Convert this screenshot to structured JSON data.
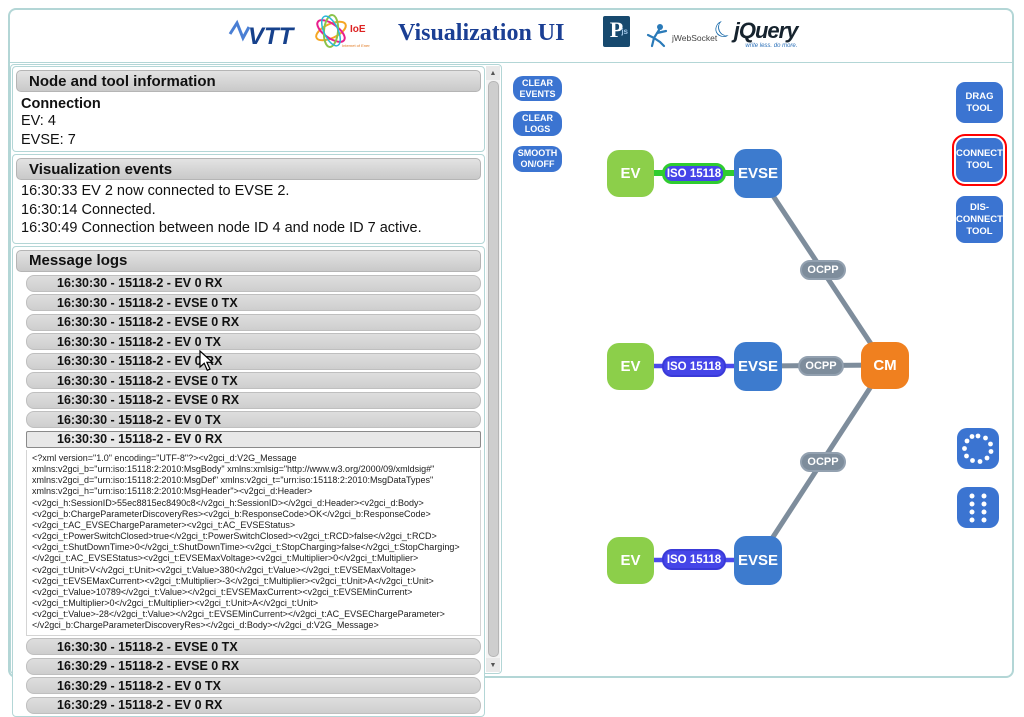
{
  "header": {
    "title": "Visualization UI",
    "vtt_label": "VTT",
    "ioe_label": "IoE",
    "ioe_tagline": "Internet of Energy",
    "pjs_letter": "P",
    "pjs_sub": "js",
    "jwebsocket_label": "jWebSocket",
    "jquery_label": "jQuery",
    "jquery_moon": "☾",
    "jquery_tagline": "write less. do more."
  },
  "left_panel": {
    "node_info": {
      "title": "Node and tool information",
      "connection_label": "Connection",
      "lines": [
        "EV: 4",
        "EVSE: 7"
      ]
    },
    "events": {
      "title": "Visualization events",
      "items": [
        "16:30:33 EV 2 now connected to EVSE 2.",
        "16:30:14 Connected.",
        "16:30:49 Connection between node ID 4 and node ID 7 active."
      ]
    },
    "logs": {
      "title": "Message logs",
      "items_before": [
        "16:30:30 - 15118-2 - EV 0 RX",
        "16:30:30 - 15118-2 - EVSE 0 TX",
        "16:30:30 - 15118-2 - EVSE 0 RX",
        "16:30:30 - 15118-2 - EV 0 TX",
        "16:30:30 - 15118-2 - EV 0 RX",
        "16:30:30 - 15118-2 - EVSE 0 TX",
        "16:30:30 - 15118-2 - EVSE 0 RX",
        "16:30:30 - 15118-2 - EV 0 TX"
      ],
      "active_item": "16:30:30 - 15118-2 - EV 0 RX",
      "xml": "<?xml version=\"1.0\" encoding=\"UTF-8\"?><v2gci_d:V2G_Message\nxmlns:v2gci_b=\"urn:iso:15118:2:2010:MsgBody\" xmlns:xmlsig=\"http://www.w3.org/2000/09/xmldsig#\"\nxmlns:v2gci_d=\"urn:iso:15118:2:2010:MsgDef\" xmlns:v2gci_t=\"urn:iso:15118:2:2010:MsgDataTypes\"\nxmlns:v2gci_h=\"urn:iso:15118:2:2010:MsgHeader\"><v2gci_d:Header>\n<v2gci_h:SessionID>55ec8815ec8490c8</v2gci_h:SessionID></v2gci_d:Header><v2gci_d:Body>\n<v2gci_b:ChargeParameterDiscoveryRes><v2gci_b:ResponseCode>OK</v2gci_b:ResponseCode>\n<v2gci_t:AC_EVSEChargeParameter><v2gci_t:AC_EVSEStatus>\n<v2gci_t:PowerSwitchClosed>true</v2gci_t:PowerSwitchClosed><v2gci_t:RCD>false</v2gci_t:RCD>\n<v2gci_t:ShutDownTime>0</v2gci_t:ShutDownTime><v2gci_t:StopCharging>false</v2gci_t:StopCharging>\n</v2gci_t:AC_EVSEStatus><v2gci_t:EVSEMaxVoltage><v2gci_t:Multiplier>0</v2gci_t:Multiplier>\n<v2gci_t:Unit>V</v2gci_t:Unit><v2gci_t:Value>380</v2gci_t:Value></v2gci_t:EVSEMaxVoltage>\n<v2gci_t:EVSEMaxCurrent><v2gci_t:Multiplier>-3</v2gci_t:Multiplier><v2gci_t:Unit>A</v2gci_t:Unit>\n<v2gci_t:Value>10789</v2gci_t:Value></v2gci_t:EVSEMaxCurrent><v2gci_t:EVSEMinCurrent>\n<v2gci_t:Multiplier>0</v2gci_t:Multiplier><v2gci_t:Unit>A</v2gci_t:Unit>\n<v2gci_t:Value>-28</v2gci_t:Value></v2gci_t:EVSEMinCurrent></v2gci_t:AC_EVSEChargeParameter>\n</v2gci_b:ChargeParameterDiscoveryRes></v2gci_d:Body></v2gci_d:V2G_Message>",
      "items_after": [
        "16:30:30 - 15118-2 - EVSE 0 TX",
        "16:30:29 - 15118-2 - EVSE 0 RX",
        "16:30:29 - 15118-2 - EV 0 TX",
        "16:30:29 - 15118-2 - EV 0 RX"
      ]
    }
  },
  "canvas_buttons": {
    "clear_events": "CLEAR\nEVENTS",
    "clear_logs": "CLEAR\nLOGS",
    "smooth": "SMOOTH\nON/OFF"
  },
  "tools": {
    "drag": "DRAG\nTOOL",
    "connect": "CONNECT\nTOOL",
    "disconnect": "DIS-\nCONNECT\nTOOL",
    "selected_tool": "CONNECT TOOL"
  },
  "diagram": {
    "ev_label": "EV",
    "evse_label": "EVSE",
    "cm_label": "CM",
    "iso_label": "ISO 15118",
    "ocpp_label": "OCPP"
  },
  "colors": {
    "accent-blue": "#3b74d1",
    "node-ev-green": "#8ccf4a",
    "node-evse-blue": "#3d7bce",
    "node-cm-orange": "#f0801f",
    "link-active-green": "#2fcc2f",
    "link-iso-blue": "#4b4bec",
    "iso-pill-fill": "#4545e8",
    "link-ocpp-gray": "#7e8d9c",
    "panel-border-teal": "#b3d6d6",
    "title-blue": "#1b3f94",
    "selection-red": "#ff0000"
  }
}
